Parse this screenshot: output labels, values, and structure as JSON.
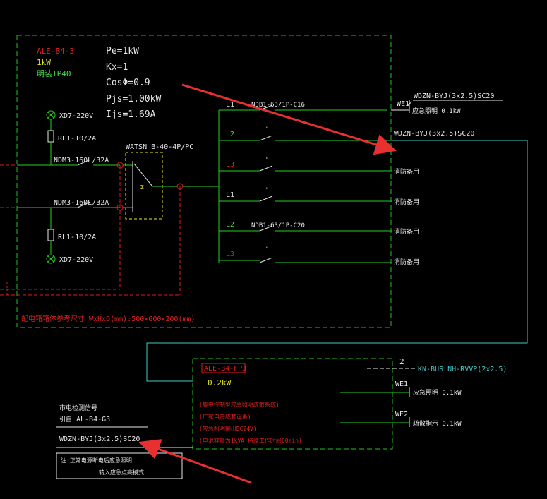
{
  "colors": {
    "background": "#000000",
    "panel_border": "#20c020",
    "wire_green": "#20d020",
    "wire_red": "#e01818",
    "wire_cyan": "#40c8c8",
    "text_white": "#e8e8e8",
    "text_red": "#e02020",
    "text_yellow": "#e8e820",
    "text_green": "#40e040",
    "arrow_red": "#e83030"
  },
  "panel_main": {
    "name": "ALE-B4-3",
    "rating": "1kW",
    "protection": "明装IP40",
    "calc": {
      "pe": "Pe=1kW",
      "kx": "Kx=1",
      "cos": "CosΦ=0.9",
      "pjs": "Pjs=1.00kW",
      "ijs": "Ijs=1.69A"
    },
    "lamp_top": "XD7-220V",
    "fuse_top": "RL1-10/2A",
    "breaker_top": "NDM3-160L/32A",
    "breaker_bottom": "NDM3-160L/32A",
    "fuse_bottom": "RL1-10/2A",
    "lamp_bottom": "XD7-220V",
    "ats": "WATSN B-40-4P/PC",
    "ats_mark": "Σ",
    "size_note": "配电箱箱体参考尺寸 WxHxD(mm):500×600×200(mm)"
  },
  "branches": [
    {
      "phase": "L1",
      "breaker": "NDB1-63/1P-C16",
      "cable": "WDZN-BYJ(3x2.5)SC20",
      "circuit": "WE1",
      "desc": "应急照明 0.1kW"
    },
    {
      "phase": "L2",
      "breaker": "\"",
      "cable": "WDZN-BYJ(3x2.5)SC20",
      "circuit": "",
      "desc": ""
    },
    {
      "phase": "L3",
      "breaker": "\"",
      "cable": "",
      "circuit": "",
      "desc": "消防备用"
    },
    {
      "phase": "L1",
      "breaker": "\"",
      "cable": "",
      "circuit": "",
      "desc": "消防备用"
    },
    {
      "phase": "L2",
      "breaker": "NDB1-63/1P-C20",
      "cable": "",
      "circuit": "",
      "desc": "消防备用"
    },
    {
      "phase": "L3",
      "breaker": "\"",
      "cable": "",
      "circuit": "",
      "desc": "消防备用"
    }
  ],
  "panel_fp": {
    "name": "ALE-B4-FP3",
    "rating": "0.2kW",
    "circuit_bus_no": "2",
    "bus": "KN-BUS NH-RVVP(2x2.5)",
    "notes": [
      "(集中控制型应急照明疏散系统)",
      "(厂家自带成套设备)",
      "(应急照明输出DC24V)",
      "(电池容量为1kVA,持续工作时间60min)"
    ],
    "outputs": [
      {
        "circuit": "WE1",
        "desc": "应急照明 0.1kW"
      },
      {
        "circuit": "WE2",
        "desc": "疏散指示 0.1kW"
      }
    ]
  },
  "source": {
    "title": "市电检测信号",
    "from": "引自",
    "from_panel": "AL-B4-G3",
    "cable": "WDZN-BYJ(3x2.5)SC20",
    "note1": "注:正常电源断电后应急照明",
    "note2": "转入应急点亮模式"
  }
}
